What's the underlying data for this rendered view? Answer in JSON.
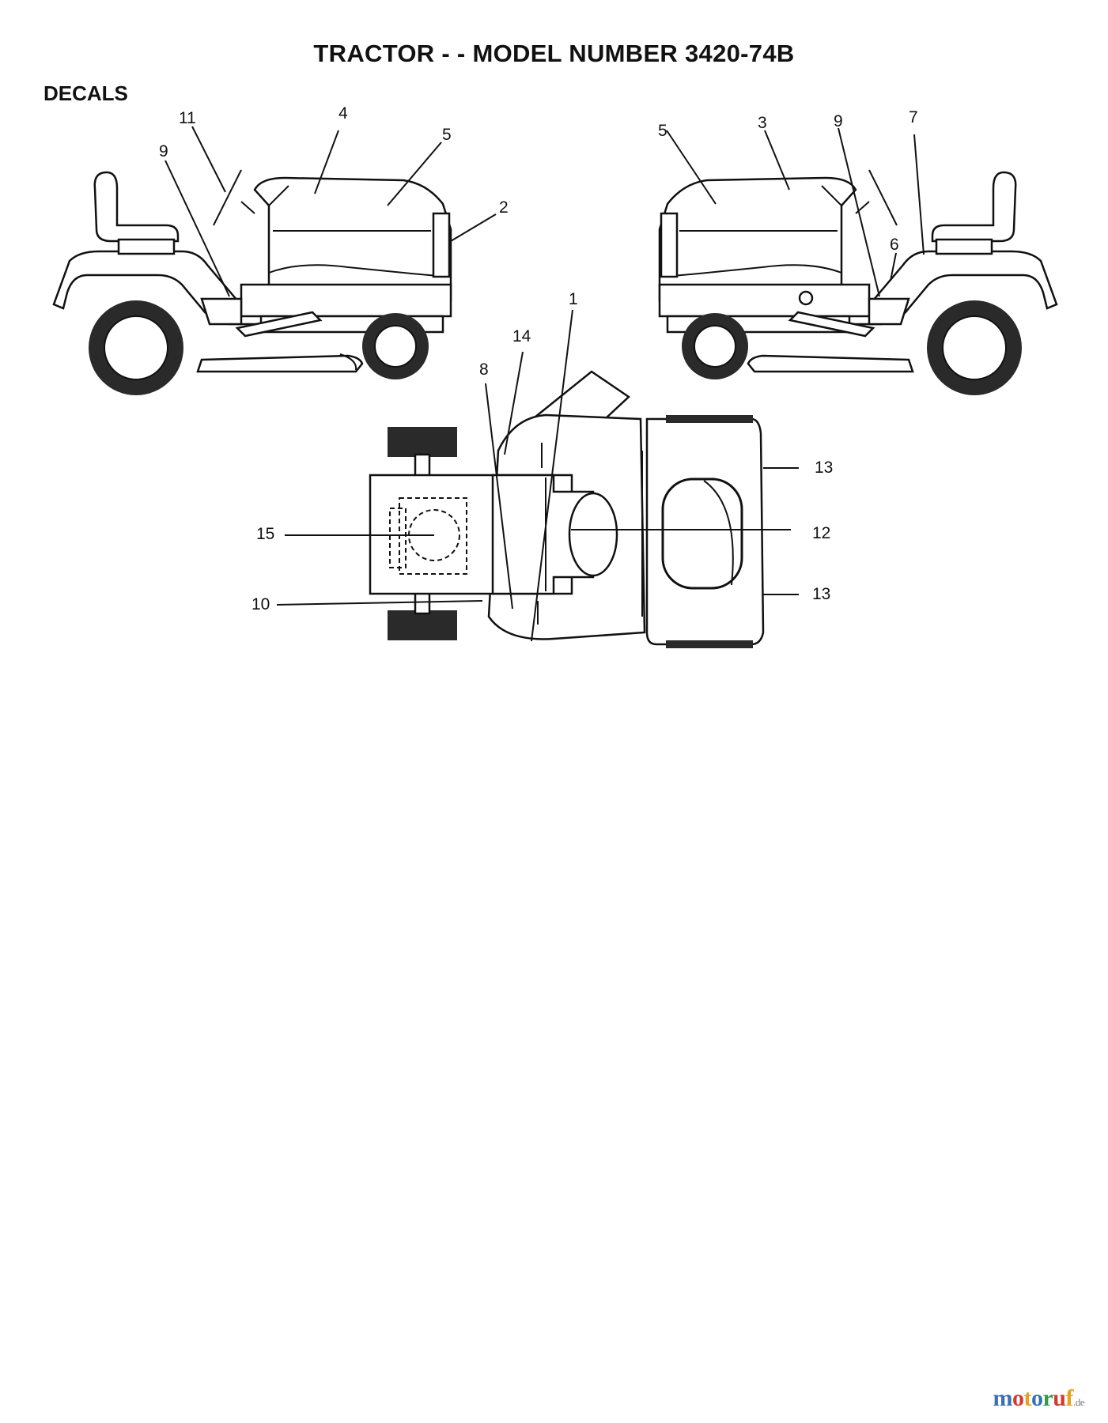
{
  "page": {
    "title": "TRACTOR - - MODEL NUMBER 3420-74B",
    "section": "DECALS"
  },
  "callouts": {
    "left_view": [
      "11",
      "4",
      "5",
      "9",
      "2"
    ],
    "right_view": [
      "5",
      "3",
      "9",
      "7",
      "6"
    ],
    "top_view": [
      "1",
      "14",
      "8",
      "13",
      "15",
      "12",
      "10",
      "13"
    ]
  },
  "watermark": {
    "letters": [
      "m",
      "o",
      "t",
      "o",
      "r",
      "u",
      "f"
    ],
    "colors": [
      "#3a6fb5",
      "#d33a2f",
      "#e7a21c",
      "#3a6fb5",
      "#2e9b4b",
      "#d33a2f",
      "#e7a21c"
    ],
    "tld": ".de"
  }
}
